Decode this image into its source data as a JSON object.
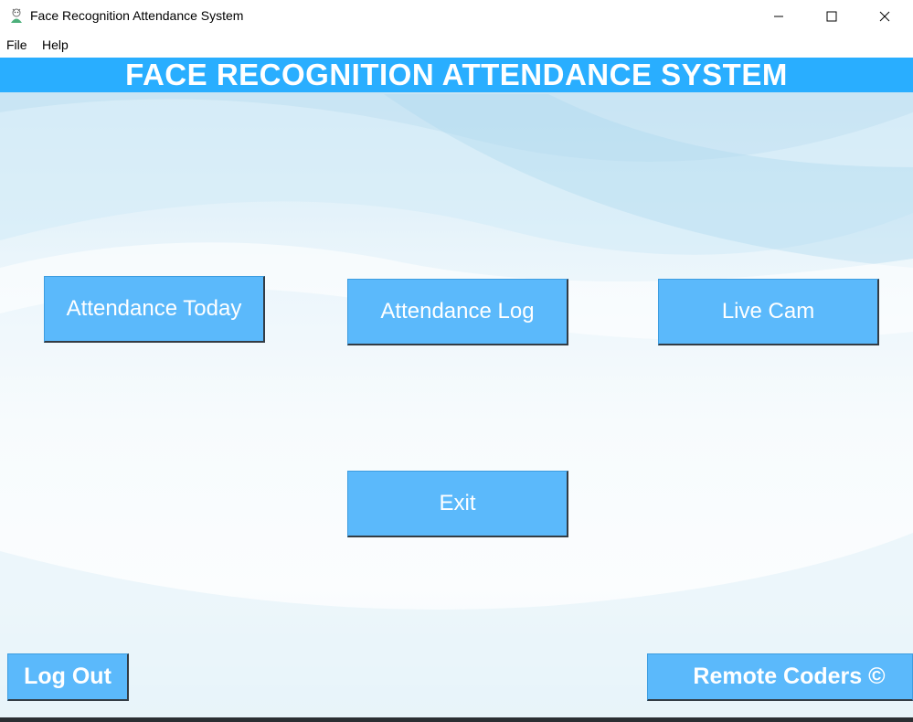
{
  "window": {
    "title": "Face Recognition Attendance System",
    "icon": "face-recognition-app-icon",
    "controls": [
      "minimize-icon",
      "maximize-icon",
      "close-icon"
    ]
  },
  "menu": {
    "file_label": "File",
    "help_label": "Help"
  },
  "header": {
    "title": "FACE RECOGNITION ATTENDANCE SYSTEM",
    "color": "#29aeff"
  },
  "buttons": {
    "attendance_today": "Attendance Today",
    "attendance_log": "Attendance Log",
    "live_cam": "Live Cam",
    "exit": "Exit",
    "log_out": "Log Out"
  },
  "footer": {
    "credit": "Remote Coders ©"
  },
  "colors": {
    "button_fill": "#5bb9fb",
    "button_text": "#ffffff",
    "button_shadow": "#333c44"
  }
}
